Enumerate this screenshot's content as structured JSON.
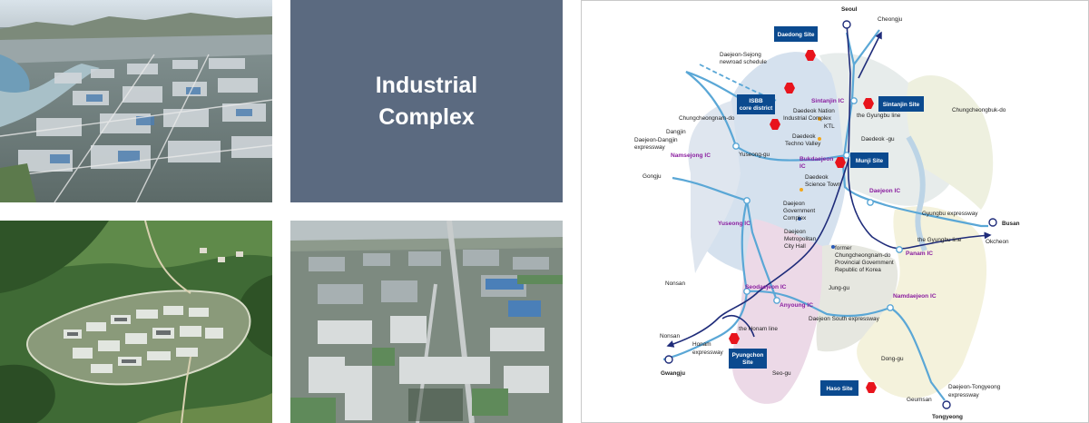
{
  "title_card": {
    "line1": "Industrial",
    "line2": "Complex"
  },
  "colors": {
    "title_card_bg": "#5b6a80",
    "ic_label": "#8b1fa0",
    "site_box": "#0b4a8f",
    "site_marker": "#e8141c",
    "route_line": "#1f2c7a",
    "expressway": "#5aa7d6",
    "landmark_dot": "#f2a71b"
  },
  "photos": {
    "aerial": "industrial-aerial-photo",
    "rendering": "industrial-park-rendering",
    "campus": "research-campus-photo"
  },
  "map": {
    "sites": {
      "daedong": "Daedong Site",
      "isbb_1": "ISBB",
      "isbb_2": "core district",
      "sintanjin": "Sintanjin Site",
      "munji": "Munji Site",
      "pyungchon_1": "Pyungchon",
      "pyungchon_2": "Site",
      "haso": "Haso Site"
    },
    "interchanges": {
      "sintanjin": "Sintanjin IC",
      "bukdaejeon_1": "Bukdaejeon",
      "bukdaejeon_2": "IC",
      "namsejong": "Namsejong IC",
      "yuseong": "Yuseong IC",
      "daejeon": "Daejeon IC",
      "panam": "Panam IC",
      "seodaejeon": "Seodaejeon IC",
      "anyoung": "Anyoung IC",
      "namdaejeon": "Namdaejeon IC"
    },
    "places": {
      "seoul": "Seoul",
      "cheongju": "Cheongju",
      "sejong_1": "Daejeon-Sejong",
      "sejong_2": "newroad schedule",
      "chungnam": "Chungcheongnam-do",
      "dangjin_1": "Dangjin",
      "dangjin_2": "Daejeon-Dangjin",
      "dangjin_3": "expressway",
      "gongju": "Gongju",
      "yuseong_gu": "Yuseong-gu",
      "daedeok_nation_1": "Daedeok Nation",
      "daedeok_nation_2": "Industrial Complex",
      "ktl": "KTL",
      "techno_1": "Daedeok",
      "techno_2": "Techno Valley",
      "daedeok_gu": "Daedeok -gu",
      "gyungbu_line_top": "the Gyungbu line",
      "chungbuk": "Chungcheongbuk-do",
      "science_1": "Daedeok",
      "science_2": "Science Town",
      "gov_1": "Daejeon",
      "gov_2": "Government",
      "gov_3": "Complex",
      "cityhall_1": "Daejeon",
      "cityhall_2": "Metropolitan",
      "cityhall_3": "City Hall",
      "former_1": "former",
      "former_2": "Chungcheongnam-do",
      "former_3": "Provincial Government",
      "former_4": "Republic of Korea",
      "gyungbu_expressway": "Gyungbu expressway",
      "busan": "Busan",
      "gyungbu_line": "the Gyungbu line",
      "okcheon": "Okcheon",
      "nonsan_mid": "Nonsan",
      "jung_gu": "Jung-gu",
      "south_expressway": "Daejeon South expressway",
      "honam_line": "the Honam line",
      "nonsan_low": "Nonsan",
      "honam_1": "Honam",
      "honam_2": "expressway",
      "gwangju": "Gwangju",
      "seo_gu": "Seo-gu",
      "dong_gu": "Dong-gu",
      "tongyeong_ex_1": "Daejeon-Tongyeong",
      "tongyeong_ex_2": "expressway",
      "geumsan": "Geumsan",
      "tongyeong": "Tongyeong"
    }
  }
}
